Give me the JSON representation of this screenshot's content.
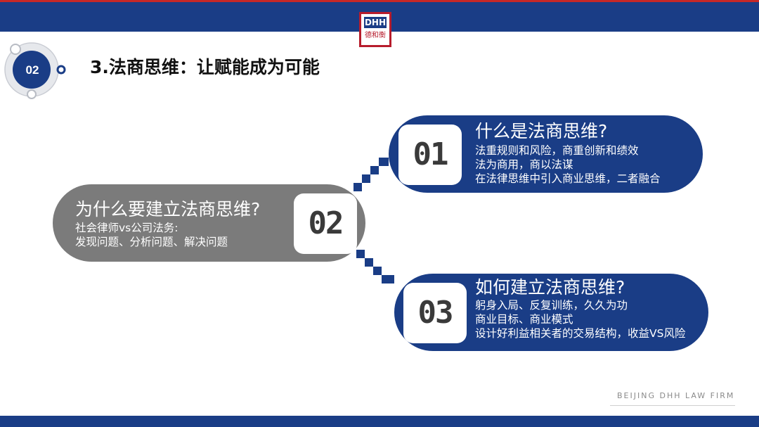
{
  "logo": {
    "top_text": "DHH",
    "bottom_text": "德和衡"
  },
  "section": {
    "number": "02"
  },
  "title": "3.法商思维：让赋能成为可能",
  "items": [
    {
      "number": "01",
      "heading": "什么是法商思维?",
      "lines": [
        "法重规则和风险，商重创新和绩效",
        "法为商用，商以法谋",
        "在法律思维中引入商业思维，二者融合"
      ]
    },
    {
      "number": "02",
      "heading": "为什么要建立法商思维?",
      "lines": [
        "社会律师vs公司法务:",
        "发现问题、分析问题、解决问题"
      ]
    },
    {
      "number": "03",
      "heading": "如何建立法商思维?",
      "lines": [
        "躬身入局、反复训练，久久为功",
        "商业目标、商业模式",
        "设计好利益相关者的交易结构，收益VS风险"
      ]
    }
  ],
  "footer": "BEIJING DHH LAW FIRM",
  "colors": {
    "primary": "#1a3d86",
    "gray": "#7b7b7b",
    "accent": "#b71c2c"
  }
}
